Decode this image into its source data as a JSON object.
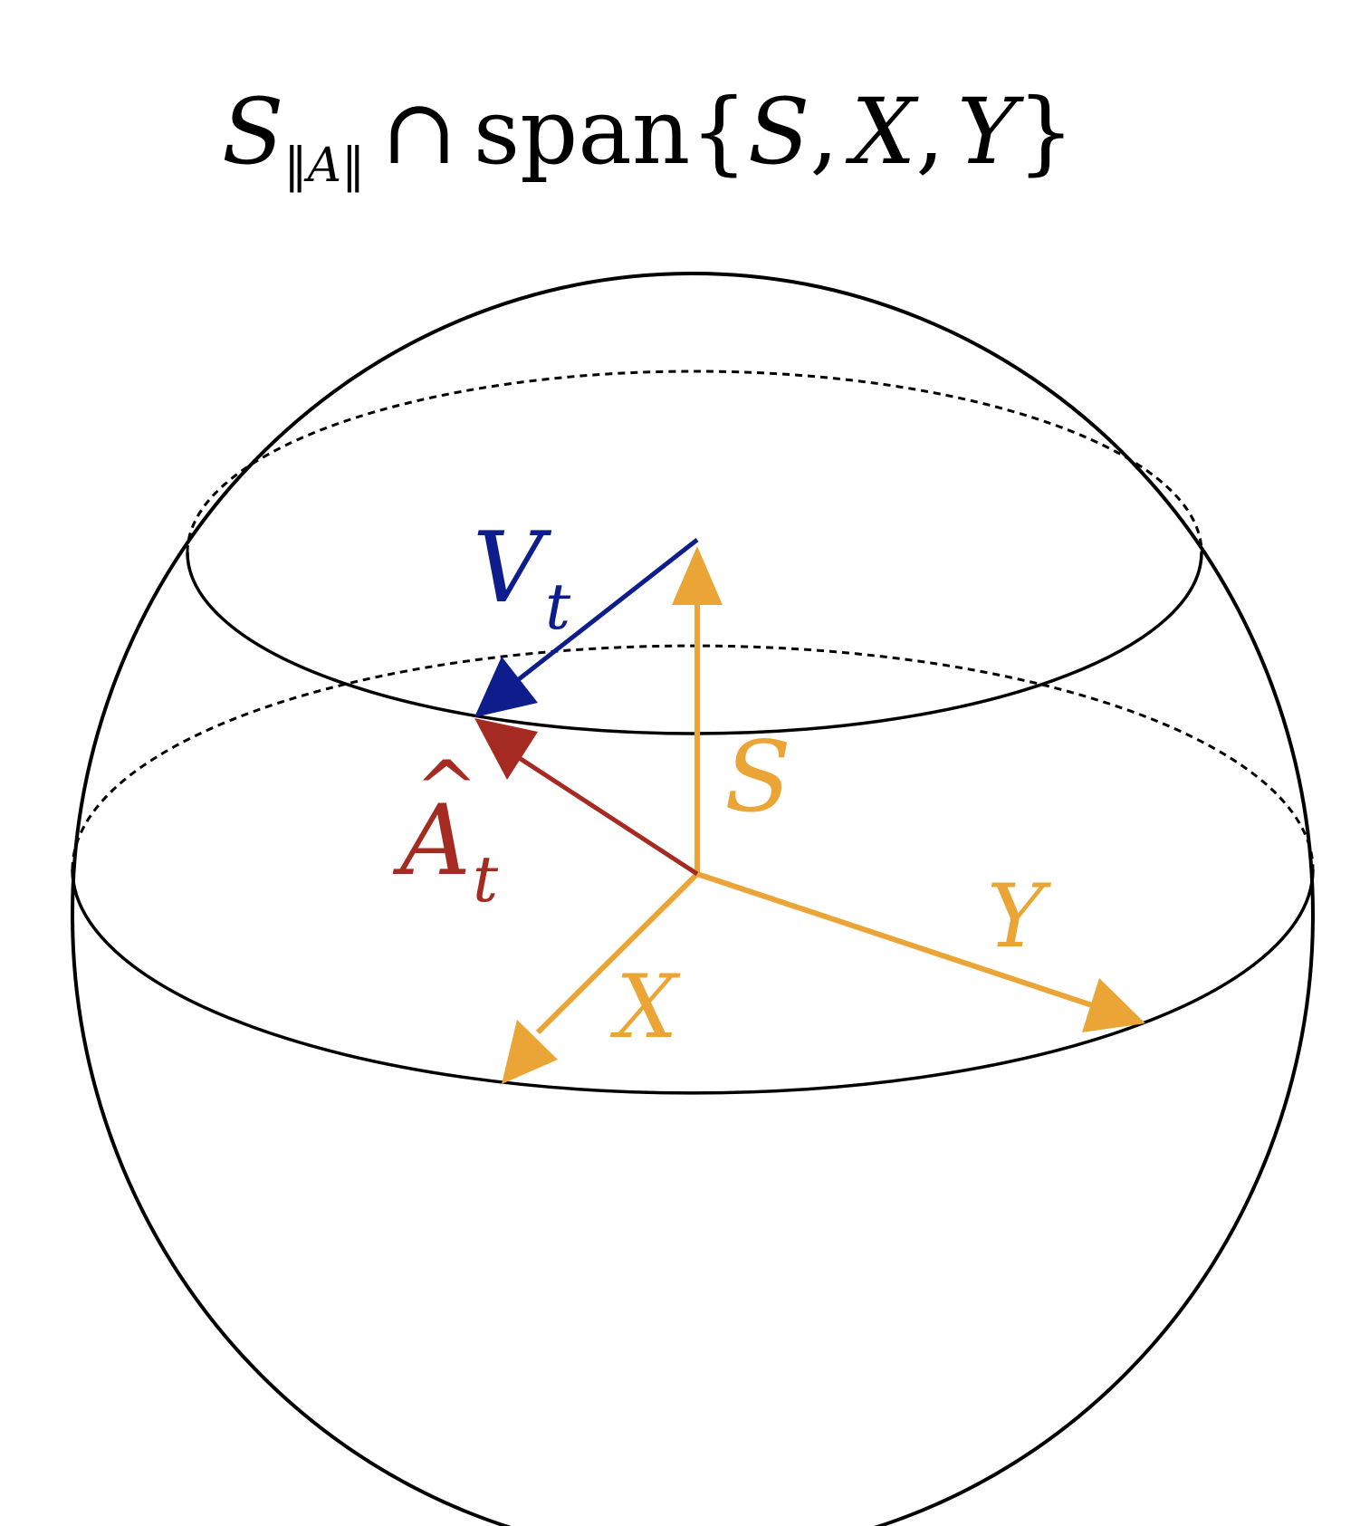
{
  "title": {
    "script_s": "S",
    "subscript": "‖A‖",
    "cap": "∩",
    "span_word": "span",
    "lbrace": "{",
    "arg_s": "S",
    "comma1": ",",
    "arg_x": "X",
    "comma2": ",",
    "arg_y": "Y",
    "rbrace": "}"
  },
  "labels": {
    "v": {
      "main": "V",
      "sub": "t"
    },
    "a": {
      "hat": "^",
      "main": "A",
      "sub": "t"
    },
    "s": "S",
    "x": "X",
    "y": "Y"
  },
  "colors": {
    "orange": "#EBA536",
    "red": "#A52A21",
    "blue": "#0D1E8C",
    "outline": "#000000"
  }
}
